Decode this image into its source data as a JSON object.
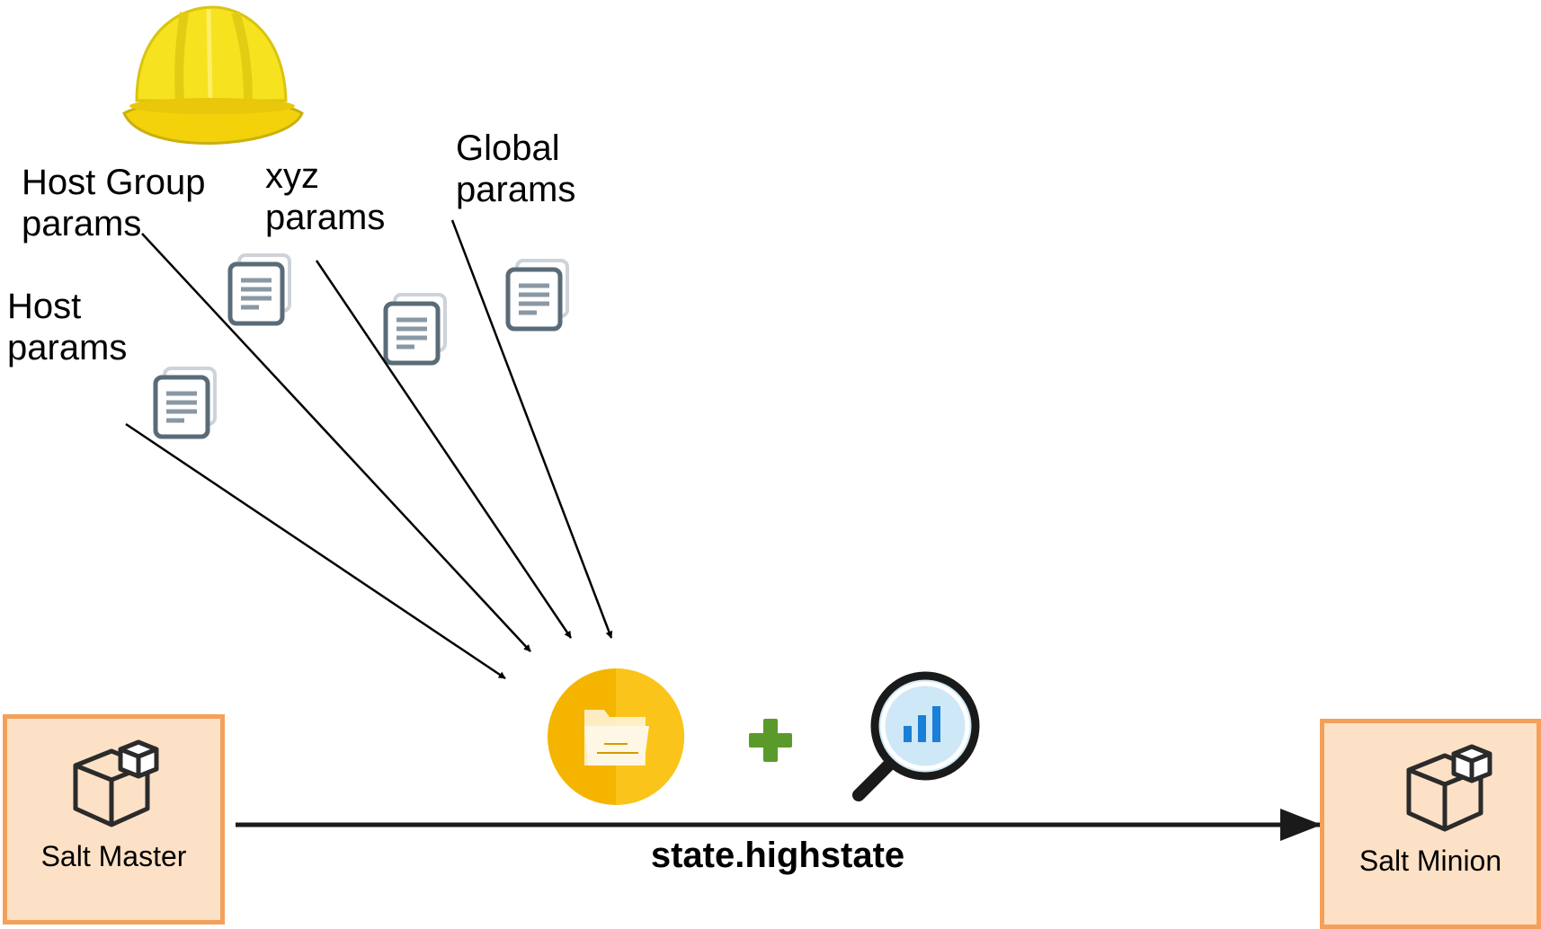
{
  "labels": {
    "host_group": "Host Group\nparams",
    "xyz": "xyz\nparams",
    "global": "Global\nparams",
    "host": "Host\nparams"
  },
  "nodes": {
    "master": "Salt Master",
    "minion": "Salt Minion"
  },
  "edge": {
    "label": "state.highstate"
  },
  "icons": {
    "helmet": "hard-hat-icon",
    "document": "document-stack-icon",
    "folder": "folder-icon",
    "plus": "plus-icon",
    "inspect": "magnifier-chart-icon",
    "box": "package-icon"
  },
  "colors": {
    "node_fill": "#fde1c6",
    "node_border": "#f5a05a",
    "helmet": "#f6e21e",
    "folder_badge": "#f5b400",
    "plus": "#5a9a2a",
    "magnifier_lens": "#cfe8f7",
    "chart_bars": "#1a7fd6"
  }
}
